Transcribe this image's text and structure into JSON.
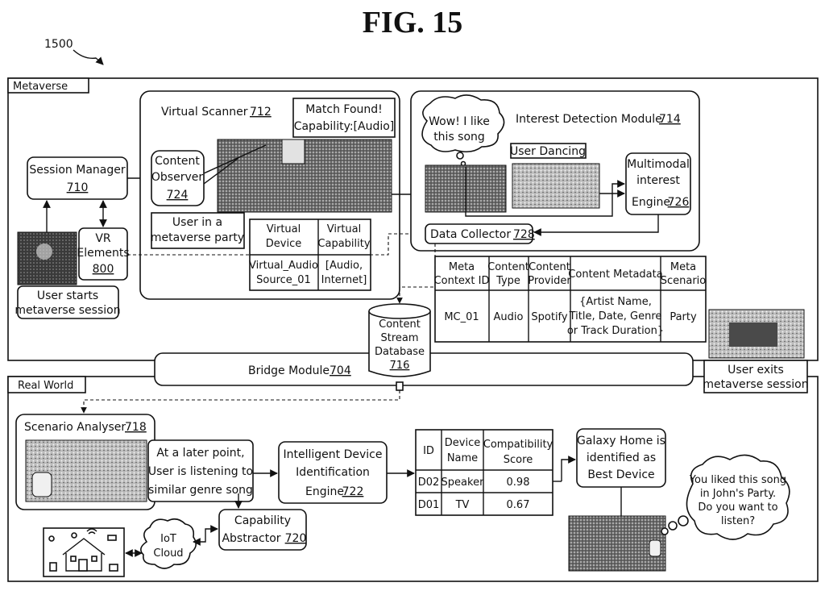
{
  "figure": {
    "title": "FIG. 15",
    "ref": "1500"
  },
  "metaverse": {
    "label": "Metaverse",
    "session_manager": {
      "name": "Session Manager",
      "num": "710"
    },
    "vr_elements": {
      "line1": "VR",
      "line2": "Elements",
      "num": "800"
    },
    "user_starts": {
      "line1": "User starts",
      "line2": "metaverse session"
    },
    "virtual_scanner": {
      "name": "Virtual Scanner",
      "num": "712"
    },
    "content_observer": {
      "line1": "Content",
      "line2": "Observer",
      "num": "724"
    },
    "match_found": {
      "line1": "Match Found!",
      "line2": "Capability:[Audio]"
    },
    "party_label": {
      "line1": "User in a",
      "line2": "metaverse party"
    },
    "virtual_table": {
      "headers": [
        [
          "Virtual",
          "Device"
        ],
        [
          "Virtual",
          "Capability"
        ]
      ],
      "row": [
        [
          "Virtual_Audio",
          "Source_01"
        ],
        [
          "[Audio,",
          "Internet]"
        ]
      ]
    },
    "interest_module": {
      "name": "Interest Detection Module",
      "num": "714"
    },
    "thought": {
      "line1": "Wow! I like",
      "line2": "this song"
    },
    "user_dancing": "User Dancing",
    "multimodal": {
      "line1": "Multimodal",
      "line2": "interest",
      "line3": "Engine",
      "num": "726"
    },
    "data_collector": {
      "name": "Data Collector",
      "num": "728"
    },
    "meta_table": {
      "headers": [
        [
          "Meta",
          "Context ID"
        ],
        [
          "Content",
          "Type"
        ],
        [
          "Content",
          "Provider"
        ],
        [
          "Content Metadata"
        ],
        [
          "Meta",
          "Scenario"
        ]
      ],
      "row": [
        [
          "MC_01"
        ],
        [
          "Audio"
        ],
        [
          "Spotify"
        ],
        [
          "{Artist Name,",
          "Title, Date, Genre",
          "or Track Duration}"
        ],
        [
          "Party"
        ]
      ]
    },
    "database": {
      "line1": "Content",
      "line2": "Stream",
      "line3": "Database",
      "num": "716"
    },
    "user_exits": {
      "line1": "User exits",
      "line2": "metaverse session"
    }
  },
  "bridge": {
    "name": "Bridge Module",
    "num": "704"
  },
  "real_world": {
    "label": "Real World",
    "scenario_analyser": {
      "name": "Scenario Analyser",
      "num": "718"
    },
    "later_point": {
      "line1": "At a later point,",
      "line2": "User is listening to",
      "line3": "similar genre song"
    },
    "idie": {
      "line1": "Intelligent Device",
      "line2": "Identification",
      "line3": "Engine",
      "num": "722"
    },
    "device_table": {
      "headers": [
        [
          "ID"
        ],
        [
          "Device",
          "Name"
        ],
        [
          "Compatibility",
          "Score"
        ]
      ],
      "rows": [
        [
          "D02",
          "Speaker",
          "0.98"
        ],
        [
          "D01",
          "TV",
          "0.67"
        ]
      ]
    },
    "galaxy": {
      "line1": "Galaxy Home is",
      "line2": "identified as",
      "line3": "Best Device"
    },
    "speech": {
      "line1": "You liked this song",
      "line2": "in John's Party.",
      "line3": "Do you want to",
      "line4": "listen?"
    },
    "capability_abstractor": {
      "line1": "Capability",
      "line2": "Abstractor",
      "num": "720"
    },
    "iot_cloud": {
      "line1": "IoT",
      "line2": "Cloud"
    }
  }
}
